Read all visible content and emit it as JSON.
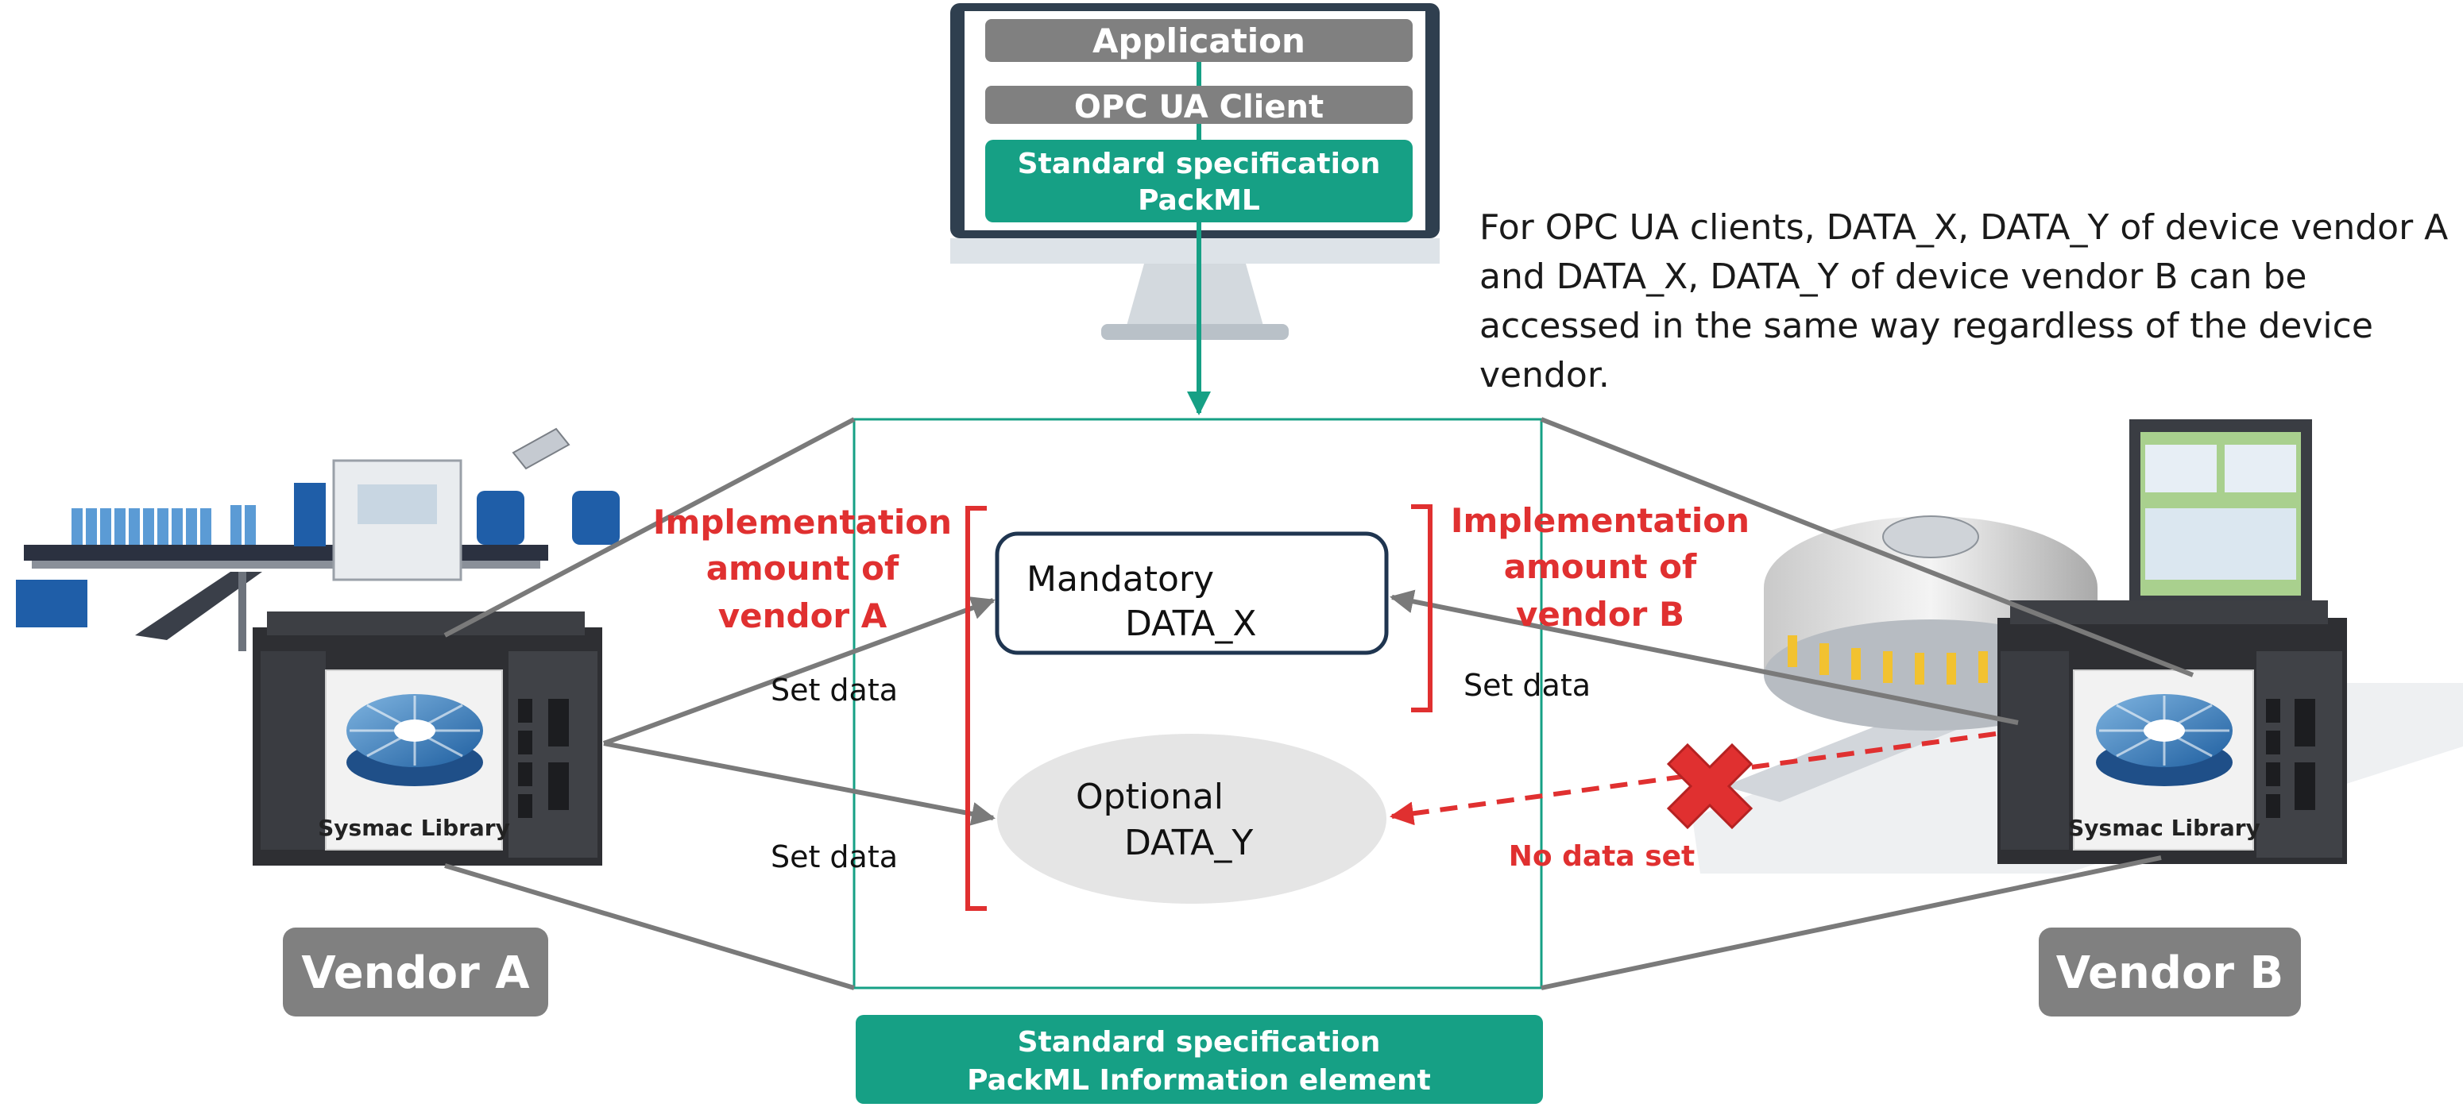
{
  "monitor": {
    "application_label": "Application",
    "client_label": "OPC UA Client",
    "spec_line1": "Standard specification",
    "spec_line2": "PackML"
  },
  "note_text": "For OPC UA clients, DATA_X, DATA_Y of device vendor A and DATA_X, DATA_Y of device vendor B can be accessed in the same way regardless of the device vendor.",
  "vendor_a": {
    "label": "Vendor A",
    "impl_line1": "Implementation",
    "impl_line2": "amount of",
    "impl_line3": "vendor A",
    "set_data_1": "Set data",
    "set_data_2": "Set data",
    "library_label": "Sysmac Library"
  },
  "vendor_b": {
    "label": "Vendor B",
    "impl_line1": "Implementation",
    "impl_line2": "amount of",
    "impl_line3": "vendor B",
    "set_data": "Set data",
    "no_data_set": "No data set",
    "library_label": "Sysmac Library"
  },
  "mandatory": {
    "line1": "Mandatory",
    "line2": "DATA_X"
  },
  "optional": {
    "line1": "Optional",
    "line2": "DATA_Y"
  },
  "bottom_box": {
    "line1": "Standard specification",
    "line2": "PackML Information element"
  },
  "colors": {
    "teal": "#16a085",
    "gray_label": "#808080",
    "red": "#e03030",
    "navy": "#1f3550",
    "connector_gray": "#7a7a7a"
  }
}
